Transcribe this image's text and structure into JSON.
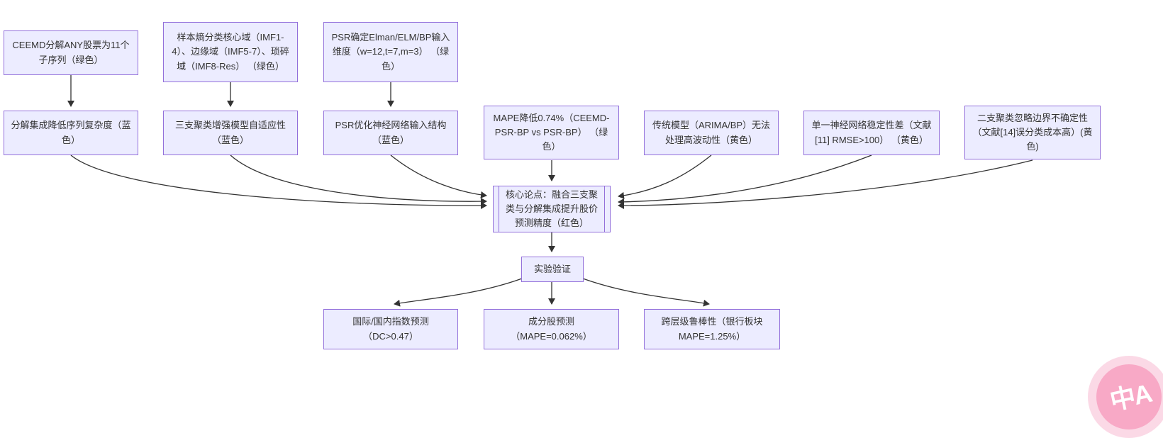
{
  "colors": {
    "node_fill": "#ECECFF",
    "node_border": "#9370DB",
    "arrow": "#333333",
    "badge_outer": "#fbd9e6",
    "badge_inner": "#f8a9c6"
  },
  "nodes": {
    "ceemd": {
      "label": "CEEMD分解ANY股票为11个子序列（绿色）"
    },
    "entropy": {
      "label": "样本熵分类核心域（IMF1-4）、边缘域（IMF5-7）、琐碎域（IMF8-Res） （绿色）"
    },
    "psr_dim": {
      "label": "PSR确定Elman/ELM/BP输入维度（w=12,t=7,m=3） （绿色）"
    },
    "decomp": {
      "label": "分解集成降低序列复杂度（蓝色）"
    },
    "threeway": {
      "label": "三支聚类增强模型自适应性（蓝色）"
    },
    "psr_opt": {
      "label": "PSR优化神经网络输入结构（蓝色）"
    },
    "mape_drop": {
      "label": "MAPE降低0.74%（CEEMD-PSR-BP vs PSR-BP） （绿色）"
    },
    "traditional": {
      "label": "传统模型（ARIMA/BP）无法处理高波动性（黄色）"
    },
    "single_nn": {
      "label": "单一神经网络稳定性差（文献[11] RMSE>100） （黄色）"
    },
    "twoway": {
      "label": "二支聚类忽略边界不确定性（文献[14]误分类成本高）(黄色)"
    },
    "core": {
      "label": "核心论点：融合三支聚类与分解集成提升股价预测精度（红色）"
    },
    "experiment": {
      "label": "实验验证"
    },
    "index_pred": {
      "label": "国际/国内指数预测（DC>0.47）"
    },
    "stock_pred": {
      "label": "成分股预测（MAPE=0.062%）"
    },
    "robust": {
      "label": "跨层级鲁棒性（银行板块 MAPE=1.25%）"
    }
  },
  "badge": {
    "text": "中A"
  }
}
